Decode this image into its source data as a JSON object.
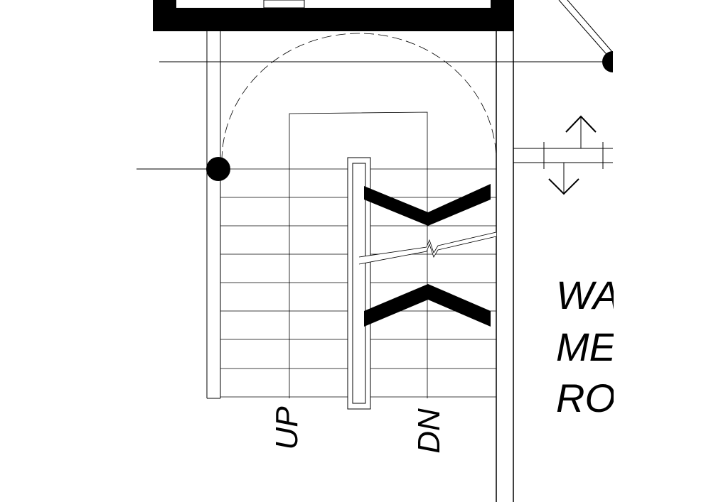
{
  "drawing": {
    "stair": {
      "up_label": "UP",
      "down_label": "DN"
    },
    "room": {
      "label_lines": [
        "WA",
        "ME",
        "RO"
      ]
    },
    "colors": {
      "line": "#000000",
      "background": "#ffffff"
    }
  }
}
